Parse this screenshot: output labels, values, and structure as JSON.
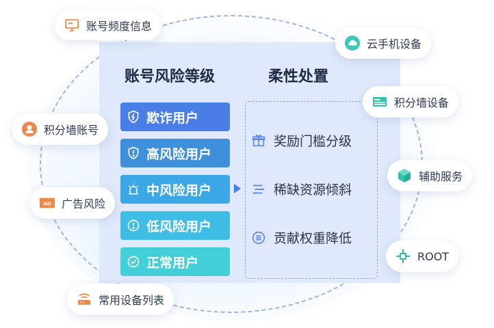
{
  "titles": {
    "risk_level": "账号风险等级",
    "flexible_disposal": "柔性处置"
  },
  "risk_levels": [
    {
      "label": "欺诈用户",
      "icon": "shield-bolt-icon",
      "color": "#4a7ee6"
    },
    {
      "label": "高风险用户",
      "icon": "shield-alert-icon",
      "color": "#3f90db"
    },
    {
      "label": "中风险用户",
      "icon": "alarm-light-icon",
      "color": "#3ba7e4"
    },
    {
      "label": "低风险用户",
      "icon": "alert-circle-icon",
      "color": "#40bde6"
    },
    {
      "label": "正常用户",
      "icon": "check-circle-icon",
      "color": "#43cfd8"
    }
  ],
  "actions": [
    {
      "label": "奖励门槛分级",
      "icon": "gift-icon"
    },
    {
      "label": "稀缺资源倾斜",
      "icon": "lines-icon"
    },
    {
      "label": "贡献权重降低",
      "icon": "list-circle-icon"
    }
  ],
  "features": {
    "frequency": {
      "label": "账号频度信息",
      "icon": "monitor-icon"
    },
    "cloud_device": {
      "label": "云手机设备",
      "icon": "cloud-icon"
    },
    "wall_device": {
      "label": "积分墙设备",
      "icon": "card-icon"
    },
    "wall_account": {
      "label": "积分墙账号",
      "icon": "user-icon"
    },
    "assist": {
      "label": "辅助服务",
      "icon": "cube-icon"
    },
    "ad_risk": {
      "label": "广告风险",
      "icon": "ad-icon",
      "icon_text": "AD"
    },
    "root": {
      "label": "ROOT",
      "icon": "root-node-icon"
    },
    "device_list": {
      "label": "常用设备列表",
      "icon": "router-icon"
    }
  }
}
